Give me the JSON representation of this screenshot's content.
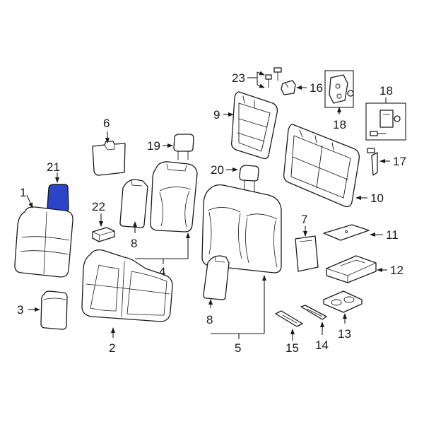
{
  "highlight_color": "#2c45c8",
  "callouts": [
    {
      "id": "1",
      "text": "1"
    },
    {
      "id": "2",
      "text": "2"
    },
    {
      "id": "3",
      "text": "3"
    },
    {
      "id": "4",
      "text": "4"
    },
    {
      "id": "5",
      "text": "5"
    },
    {
      "id": "6",
      "text": "6"
    },
    {
      "id": "7",
      "text": "7"
    },
    {
      "id": "8a",
      "text": "8"
    },
    {
      "id": "8b",
      "text": "8"
    },
    {
      "id": "9",
      "text": "9"
    },
    {
      "id": "10",
      "text": "10"
    },
    {
      "id": "11",
      "text": "11"
    },
    {
      "id": "12",
      "text": "12"
    },
    {
      "id": "13",
      "text": "13"
    },
    {
      "id": "14",
      "text": "14"
    },
    {
      "id": "15",
      "text": "15"
    },
    {
      "id": "16",
      "text": "16"
    },
    {
      "id": "17",
      "text": "17"
    },
    {
      "id": "18a",
      "text": "18"
    },
    {
      "id": "18b",
      "text": "18"
    },
    {
      "id": "19",
      "text": "19"
    },
    {
      "id": "20",
      "text": "20"
    },
    {
      "id": "21",
      "text": "21"
    },
    {
      "id": "22",
      "text": "22"
    },
    {
      "id": "23",
      "text": "23"
    }
  ]
}
